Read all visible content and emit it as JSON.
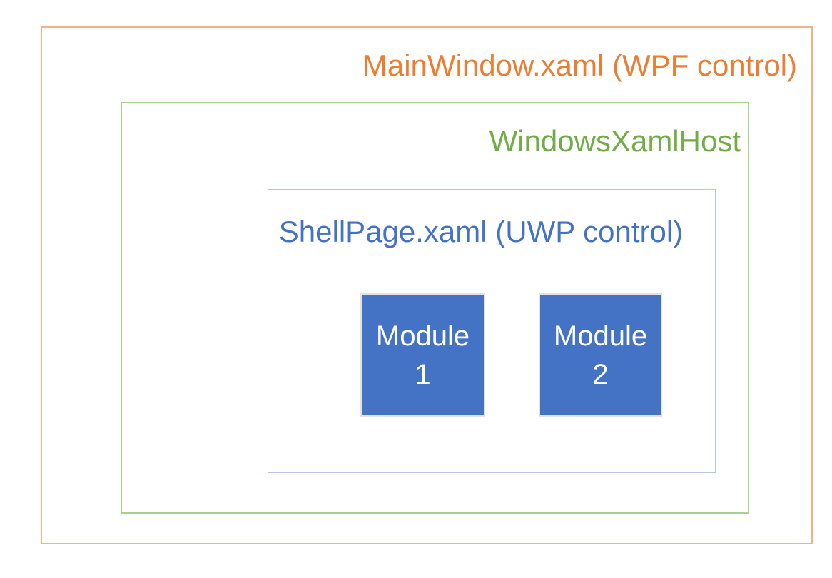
{
  "colors": {
    "page-bg": "#FFFFFF",
    "mainwindow-text": "#ED7D31",
    "mainwindow-border": "#F4B183",
    "xamlhost-text": "#70AD47",
    "xamlhost-border": "#A9D18E",
    "shellpage-text": "#4472C4",
    "shellpage-border": "#B4C7E7",
    "module-fill": "#4472C4",
    "module-border": "#E2E2E2",
    "module-text": "#FFFFFF"
  },
  "diagram": {
    "mainwindow": {
      "label": "MainWindow.xaml (WPF control)"
    },
    "xamlhost": {
      "label": "WindowsXamlHost"
    },
    "shellpage": {
      "label": "ShellPage.xaml (UWP control)"
    },
    "modules": [
      {
        "label": "Module 1",
        "lines": [
          "Module",
          "1"
        ]
      },
      {
        "label": "Module 2",
        "lines": [
          "Module",
          "2"
        ]
      }
    ]
  }
}
